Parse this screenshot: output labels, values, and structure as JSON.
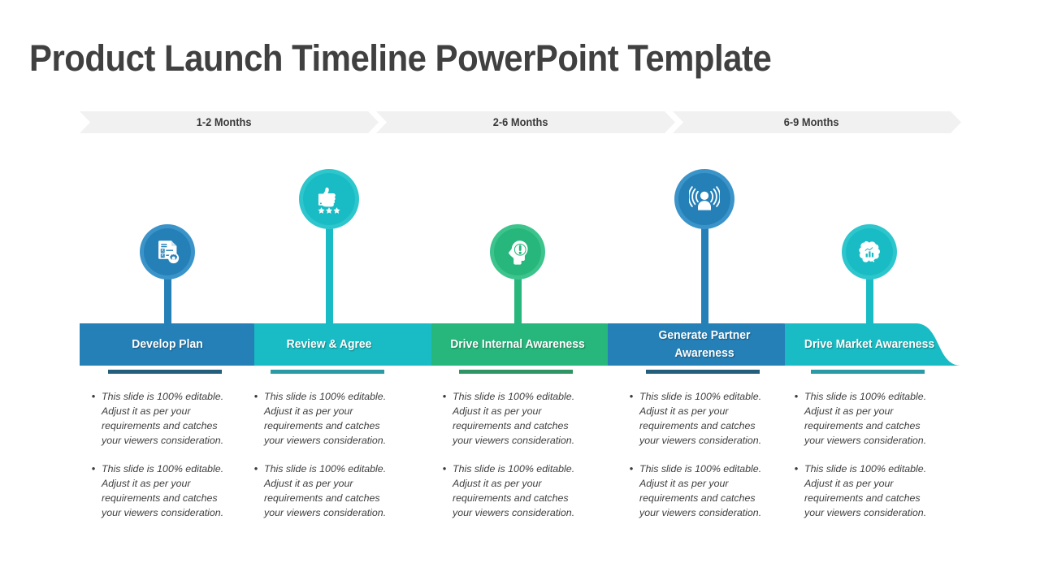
{
  "title": "Product Launch Timeline PowerPoint Template",
  "month_banner": {
    "segments": [
      {
        "label": "1-2 Months"
      },
      {
        "label": "2-6 Months"
      },
      {
        "label": "6-9 Months"
      }
    ],
    "fill_color": "#f1f1f1",
    "text_color": "#3a3a3a"
  },
  "stages": [
    {
      "label": "Develop Plan",
      "color": "#2580b8",
      "ring_color": "#3b94c9",
      "icon": "document-checklist-gear-icon",
      "rule_color": "#235e7d",
      "pin_high": false
    },
    {
      "label": "Review & Agree",
      "color": "#19bcc4",
      "ring_color": "#2ec6cd",
      "icon": "thumbs-up-stars-icon",
      "rule_color": "#2a9aa5",
      "pin_high": true
    },
    {
      "label": "Drive Internal Awareness",
      "color": "#27b67c",
      "ring_color": "#3cc48c",
      "icon": "head-exclamation-icon",
      "rule_color": "#2e9463",
      "pin_high": false
    },
    {
      "label": "Generate Partner Awareness",
      "color": "#2580b8",
      "ring_color": "#3b94c9",
      "icon": "person-broadcast-icon",
      "rule_color": "#235e7d",
      "pin_high": true
    },
    {
      "label": "Drive Market Awareness",
      "color": "#19bcc4",
      "ring_color": "#2ec6cd",
      "icon": "brain-bar-chart-icon",
      "rule_color": "#2a9aa5",
      "pin_high": false
    }
  ],
  "bullet_text": "This slide is 100% editable. Adjust it as per your requirements and catches your viewers consideration.",
  "bullet_marker": "•",
  "columns": [
    {
      "bullets": [
        "This slide is 100% editable. Adjust it as per your requirements and catches your viewers consideration.",
        "This slide is 100% editable. Adjust it as per your requirements and catches your viewers consideration."
      ]
    },
    {
      "bullets": [
        "This slide is 100% editable. Adjust it as per your requirements and catches your viewers consideration.",
        "This slide is 100% editable. Adjust it as per your requirements and catches your viewers consideration."
      ]
    },
    {
      "bullets": [
        "This slide is 100% editable. Adjust it as per your requirements and catches your viewers consideration.",
        "This slide is 100% editable. Adjust it as per your requirements and catches your viewers consideration."
      ]
    },
    {
      "bullets": [
        "This slide is 100% editable. Adjust it as per your requirements and catches your viewers consideration.",
        "This slide is 100% editable. Adjust it as per your requirements and catches your viewers consideration."
      ]
    },
    {
      "bullets": [
        "This slide is 100% editable. Adjust it as per your requirements and catches your viewers consideration.",
        "This slide is 100% editable. Adjust it as per your requirements and catches your viewers consideration."
      ]
    }
  ]
}
